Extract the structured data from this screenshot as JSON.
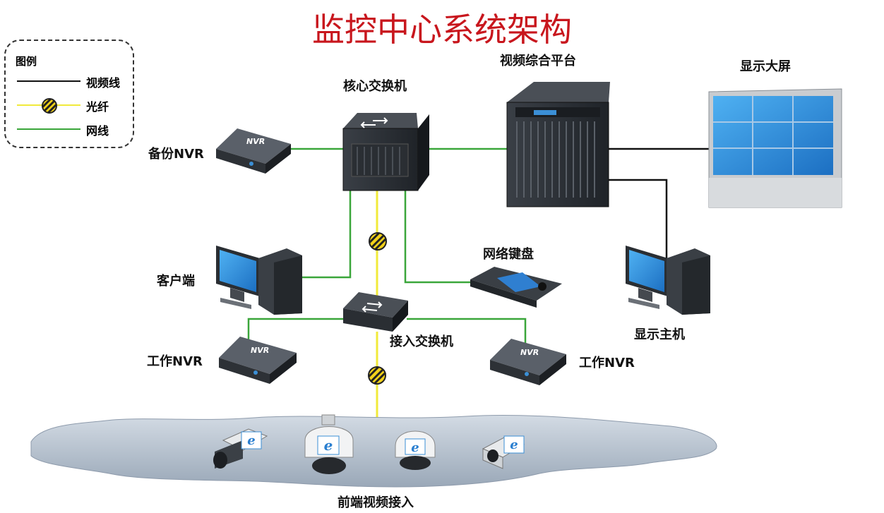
{
  "title": "监控中心系统架构",
  "legend": {
    "title": "图例",
    "items": [
      {
        "label": "视频线",
        "color": "#111111"
      },
      {
        "label": "光纤",
        "color": "#f1ea3b"
      },
      {
        "label": "网线",
        "color": "#3aa63a"
      }
    ]
  },
  "nodes": {
    "core_switch": "核心交换机",
    "video_platform": "视频综合平台",
    "display_wall": "显示大屏",
    "backup_nvr": "备份NVR",
    "client": "客户端",
    "network_keyboard": "网络键盘",
    "display_host": "显示主机",
    "access_switch": "接入交换机",
    "work_nvr_left": "工作NVR",
    "work_nvr_right": "工作NVR",
    "frontend": "前端视频接入"
  },
  "device_text": {
    "nvr_badge": "NVR"
  },
  "colors": {
    "title": "#c8161d",
    "video_line": "#111111",
    "fiber": "#f1ea3b",
    "network": "#3aa63a",
    "screen_blue": "#2a8fe0"
  }
}
